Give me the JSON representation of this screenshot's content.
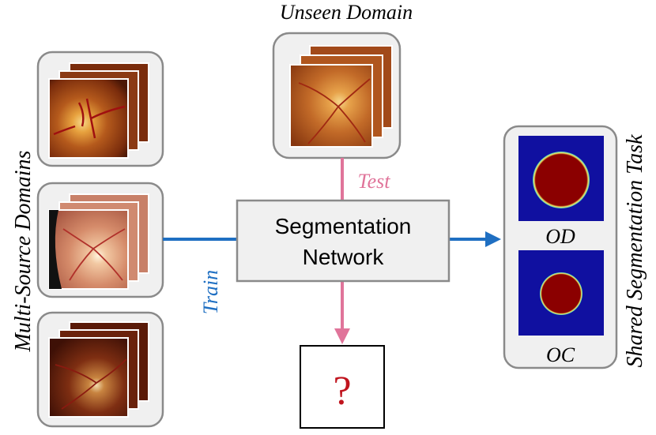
{
  "labels": {
    "unseen_domain": "Unseen Domain",
    "multi_source": "Multi-Source Domains",
    "shared_task": "Shared Segmentation Task",
    "network_line1": "Segmentation",
    "network_line2": "Network",
    "train": "Train",
    "test": "Test",
    "od": "OD",
    "oc": "OC",
    "unknown": "?"
  },
  "colors": {
    "train_arrow": "#1f6fc2",
    "test_arrow": "#e0749a",
    "question_mark": "#c0141e",
    "panel_fill": "#f0f0f0",
    "panel_stroke": "#8a8a8a",
    "network_fill": "#f0f0f0",
    "mask_background": "#1010a0",
    "mask_foreground": "#8b0000"
  }
}
